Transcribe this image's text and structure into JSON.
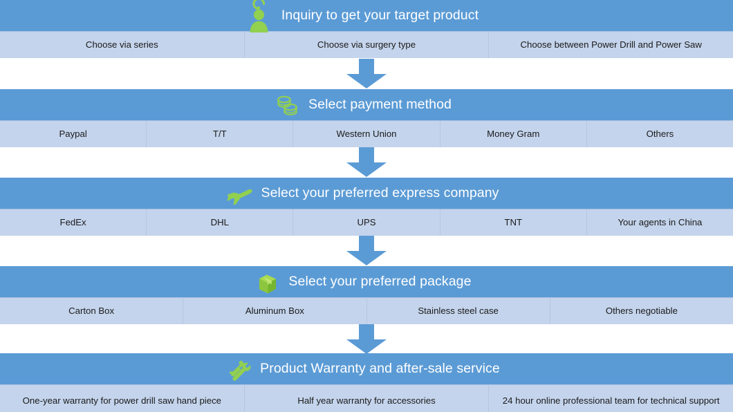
{
  "theme": {
    "header_blue": "#5B9BD5",
    "option_blue": "#C4D4EC",
    "icon_green": "#92D050",
    "arrow_blue": "#5B9BD5",
    "header_text": "#FFFFFF",
    "option_text": "#1A1A1A"
  },
  "sections": [
    {
      "icon": "headset-person-icon",
      "title": "Inquiry to get your target product",
      "options": [
        "Choose via series",
        "Choose via surgery type",
        "Choose  between Power Drill and Power Saw"
      ]
    },
    {
      "icon": "coins-stack-icon",
      "title": "Select payment method",
      "options": [
        "Paypal",
        "T/T",
        "Western Union",
        "Money Gram",
        "Others"
      ]
    },
    {
      "icon": "airplane-icon",
      "title": "Select your preferred express company",
      "options": [
        "FedEx",
        "DHL",
        "UPS",
        "TNT",
        "Your agents in China"
      ]
    },
    {
      "icon": "package-box-icon",
      "title": "Select your preferred package",
      "options": [
        "Carton Box",
        "Aluminum Box",
        "Stainless steel case",
        "Others negotiable"
      ]
    },
    {
      "icon": "hammer-wrench-icon",
      "title": "Product Warranty and after-sale service",
      "options": [
        "One-year warranty for power drill saw hand piece",
        "Half year warranty for accessories",
        "24 hour online professional team for technical support"
      ]
    }
  ],
  "connectors": [
    {
      "name": "down-arrow-1"
    },
    {
      "name": "down-arrow-2"
    },
    {
      "name": "down-arrow-3"
    },
    {
      "name": "down-arrow-4"
    }
  ]
}
